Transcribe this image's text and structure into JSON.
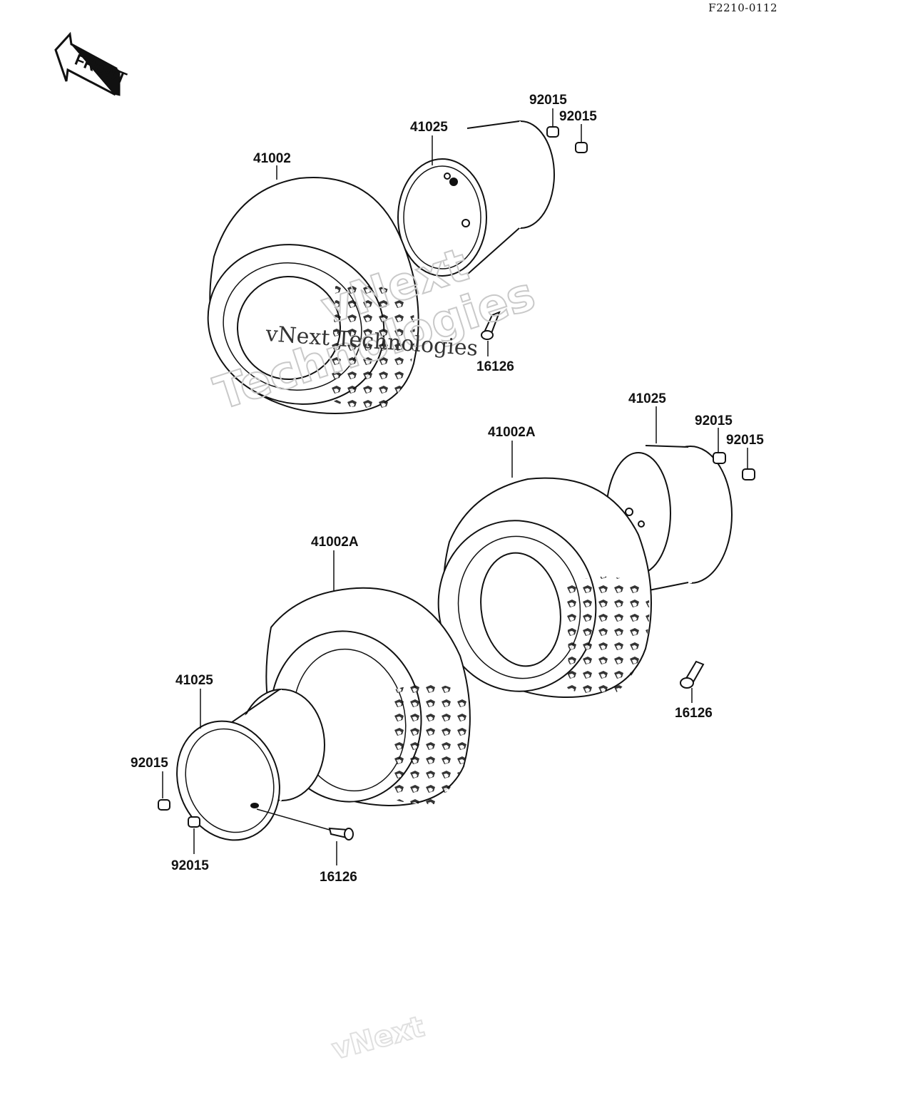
{
  "diagram": {
    "code": "F2210-0112",
    "front_label": "FRONT",
    "watermark": {
      "main": "vNext Technologies",
      "line1": "vNext",
      "line2": "Technologies",
      "footer": "vNext"
    },
    "labels": {
      "tire_front": "41002",
      "tire_rear_right": "41002A",
      "tire_rear_left": "41002A",
      "wheel_top": "41025",
      "wheel_right": "41025",
      "wheel_left": "41025",
      "nut_top_1": "92015",
      "nut_top_2": "92015",
      "nut_right_1": "92015",
      "nut_right_2": "92015",
      "nut_left_1": "92015",
      "nut_left_2": "92015",
      "valve_top": "16126",
      "valve_right": "16126",
      "valve_left": "16126"
    }
  }
}
